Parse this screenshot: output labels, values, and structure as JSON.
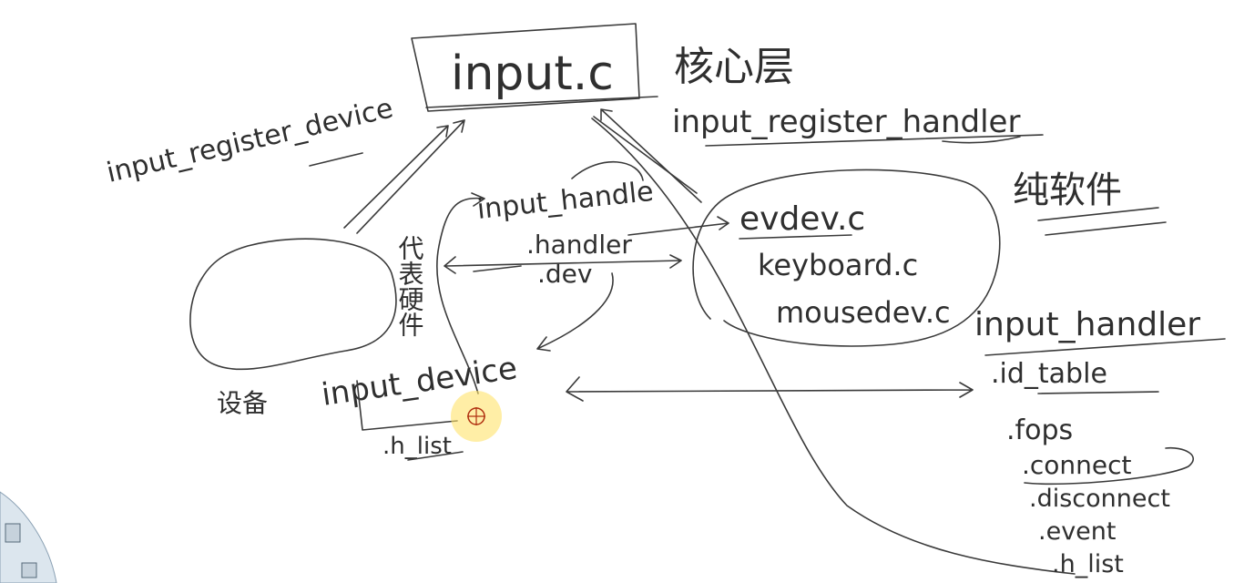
{
  "labels": {
    "input_c": "input.c",
    "core_layer": "核心层",
    "register_device": "input_register_device",
    "register_handler": "input_register_handler",
    "pure_software": "纯软件",
    "input_handle": "input_handle",
    "handler_field": ".handler",
    "dev_field": ".dev",
    "represents_hardware": "代表硬件",
    "evdev_c": "evdev.c",
    "keyboard_c": "keyboard.c",
    "mousedev_c": "mousedev.c",
    "device_label": "设备",
    "input_device": "input_device",
    "h_list_dev": ".h_list",
    "input_handler": "input_handler",
    "id_table": ".id_table",
    "fops": ".fops",
    "connect": ".connect",
    "disconnect": ".disconnect",
    "event": ".event",
    "h_list_handler": ".h_list"
  },
  "colors": {
    "ink": "#2f2f2f",
    "cursor_highlight": "#ffe36b"
  }
}
